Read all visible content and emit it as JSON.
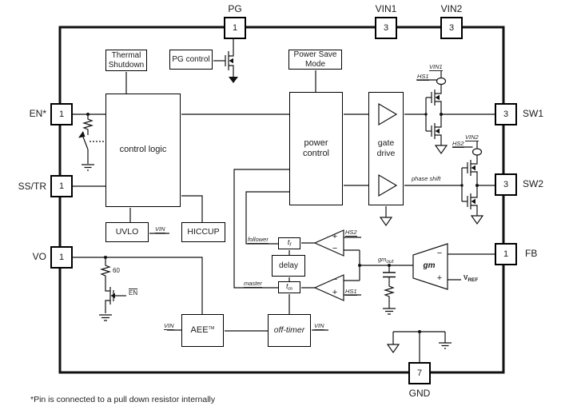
{
  "pins": {
    "pg": {
      "label": "PG",
      "number": "1"
    },
    "vin1": {
      "label": "VIN1",
      "number": "3"
    },
    "vin2": {
      "label": "VIN2",
      "number": "3"
    },
    "en": {
      "label": "EN*",
      "number": "1"
    },
    "sstr": {
      "label": "SS/TR",
      "number": "1"
    },
    "vo": {
      "label": "VO",
      "number": "1"
    },
    "sw1": {
      "label": "SW1",
      "number": "3"
    },
    "sw2": {
      "label": "SW2",
      "number": "3"
    },
    "fb": {
      "label": "FB",
      "number": "1"
    },
    "gnd": {
      "label": "GND",
      "number": "7"
    }
  },
  "blocks": {
    "thermal_shutdown": {
      "line1": "Thermal",
      "line2": "Shutdown"
    },
    "pg_control": {
      "label": "PG control"
    },
    "power_save": {
      "line1": "Power Save",
      "line2": "Mode"
    },
    "control_logic": {
      "label": "control logic"
    },
    "power_control": {
      "line1": "power",
      "line2": "control"
    },
    "gate_drive": {
      "line1": "gate",
      "line2": "drive"
    },
    "uvlo": {
      "label": "UVLO"
    },
    "hiccup": {
      "label": "HICCUP"
    },
    "tf": {
      "base": "t",
      "sub": "f"
    },
    "delay": {
      "label": "delay"
    },
    "tm": {
      "base": "t",
      "sub": "m"
    },
    "aee": {
      "base": "AEE",
      "sup": "TM"
    },
    "off_timer": {
      "label": "off-timer"
    },
    "gm_amp": {
      "label": "gm"
    }
  },
  "signals": {
    "vin": "VIN",
    "vin1": "VIN1",
    "vin2": "VIN2",
    "hs1": "HS1",
    "hs2": "HS2",
    "follower": "follower",
    "master": "master",
    "phase_shift": "phase shift",
    "gm_out": {
      "base": "gm",
      "sub": "out"
    },
    "vref": {
      "base": "V",
      "sub": "REF"
    },
    "en_bar": "EN",
    "pulldown_value": "60",
    "plus": "+",
    "minus": "−"
  },
  "colors": {
    "line": "#111111",
    "background": "#ffffff"
  },
  "footnote": "*Pin is connected to a pull down resistor internally"
}
